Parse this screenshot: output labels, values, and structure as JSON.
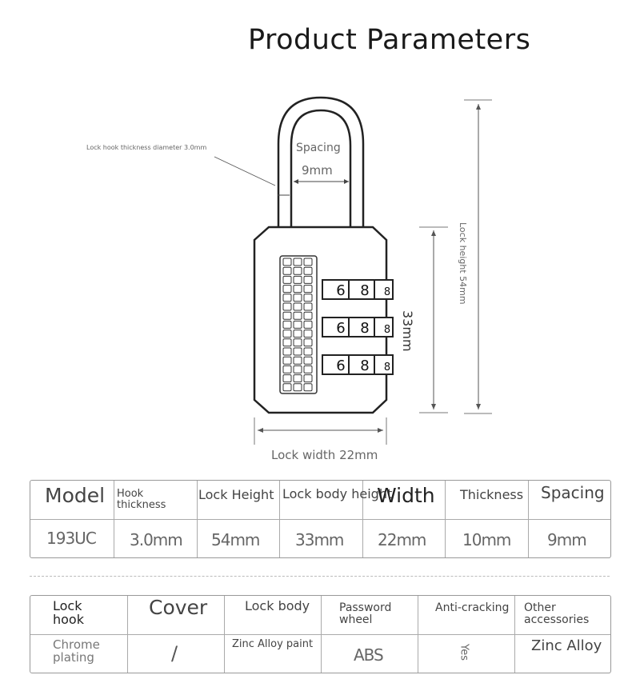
{
  "title": "Product Parameters",
  "diagram": {
    "hook_thickness_label": "Lock hook thickness diameter 3.0mm",
    "spacing_label": "Spacing",
    "spacing_value": "9mm",
    "body_height_label": "33mm",
    "lock_height_label": "Lock height 54mm",
    "lock_width_label": "Lock width 22mm",
    "dial_digits": [
      "6",
      "8",
      "8"
    ]
  },
  "table1": {
    "headers": [
      "Model",
      "Hook thickness",
      "Lock Height",
      "Lock body height",
      "Width",
      "Thickness",
      "Spacing"
    ],
    "values": [
      "193UC",
      "3.0mm",
      "54mm",
      "33mm",
      "22mm",
      "10mm",
      "9mm"
    ]
  },
  "table2": {
    "headers": [
      "Lock hook",
      "Cover",
      "Lock body",
      "Password wheel",
      "Anti-cracking",
      "Other accessories"
    ],
    "values": [
      "Chrome plating",
      "/",
      "Zinc Alloy paint",
      "ABS",
      "Yes",
      "Zinc Alloy"
    ]
  }
}
